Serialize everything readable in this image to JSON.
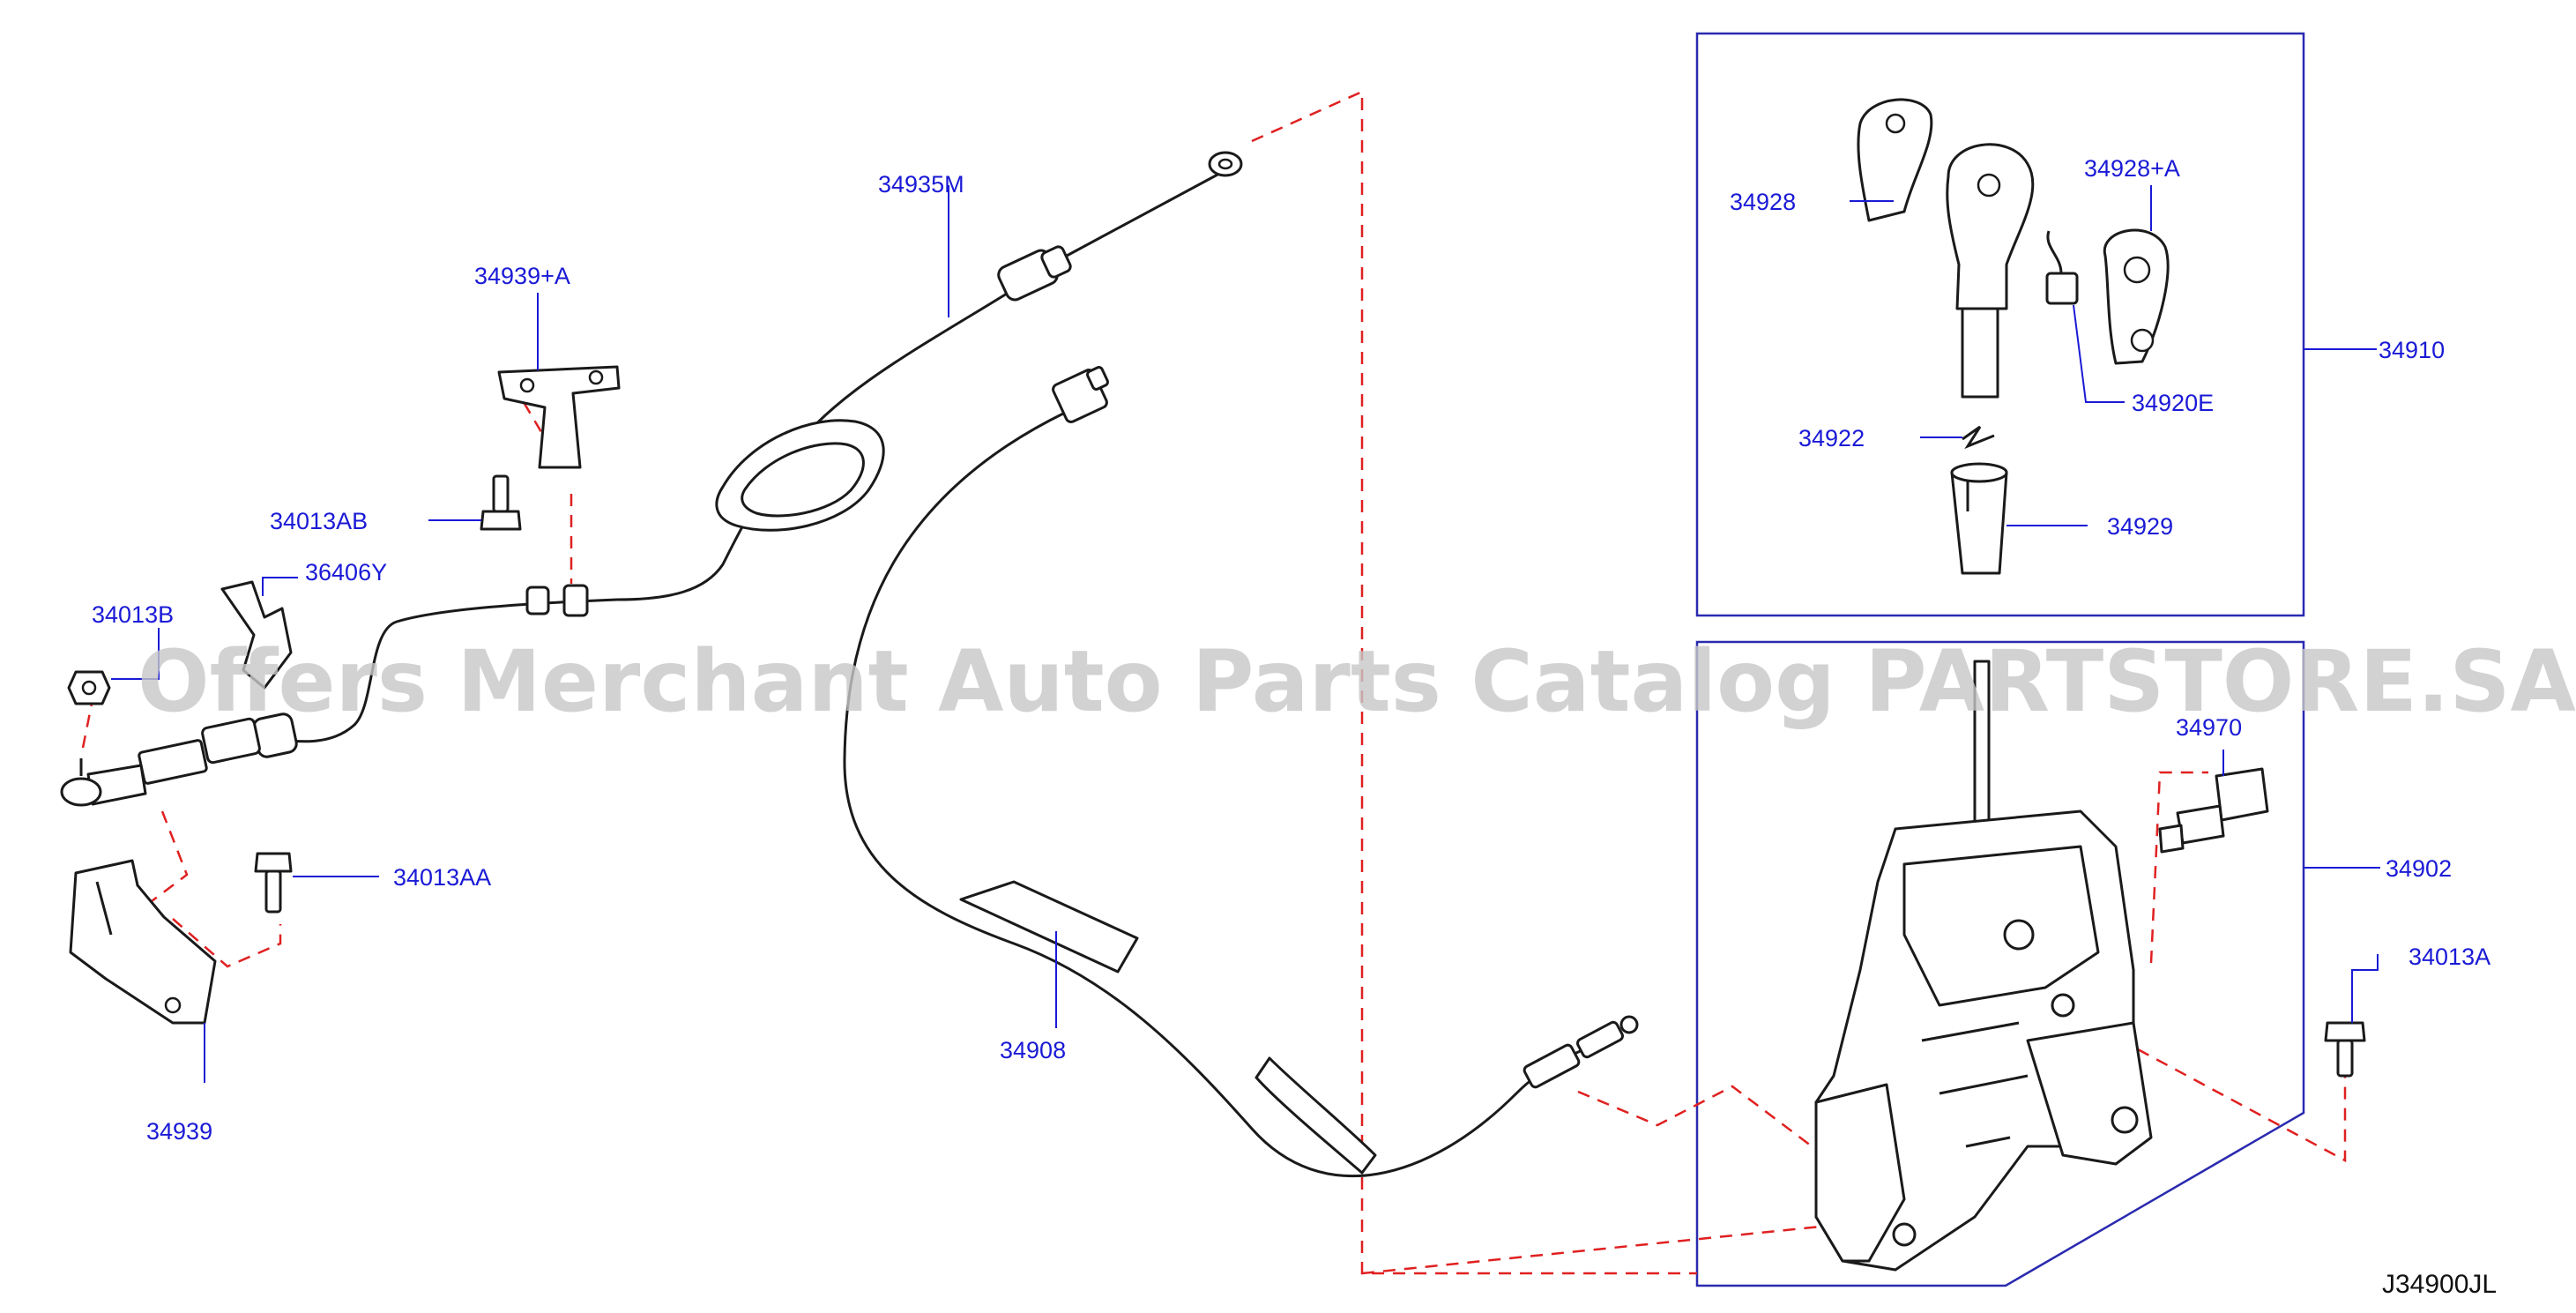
{
  "labels": {
    "p34935M": "34935M",
    "p34939A": "34939+A",
    "p34013AB": "34013AB",
    "p36406Y": "36406Y",
    "p34013B": "34013B",
    "p34013AA": "34013AA",
    "p34939": "34939",
    "p34908": "34908",
    "p34928": "34928",
    "p34928A": "34928+A",
    "p34910": "34910",
    "p34920E": "34920E",
    "p34922": "34922",
    "p34929": "34929",
    "p34970": "34970",
    "p34902": "34902",
    "p34013A": "34013A"
  },
  "diagram_code": "J34900JL",
  "watermark": "Offers Merchant Auto Parts Catalog PARTSTORE.SA",
  "colors": {
    "label": "#1a1ad6",
    "dash": "#e02020",
    "box": "#2a2ab0",
    "line": "#1a1a1a"
  }
}
